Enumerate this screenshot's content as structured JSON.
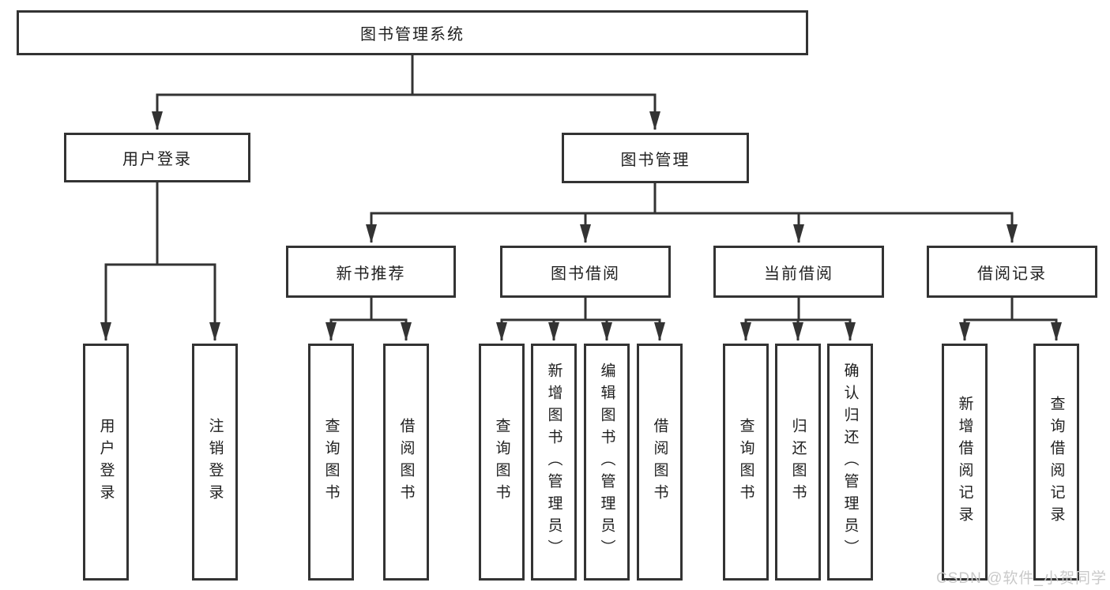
{
  "tree": {
    "root": {
      "label": "图书管理系统"
    },
    "branches": [
      {
        "label": "用户登录",
        "children": [
          {
            "label": "用户登录"
          },
          {
            "label": "注销登录"
          }
        ]
      },
      {
        "label": "图书管理",
        "groups": [
          {
            "label": "新书推荐",
            "children": [
              {
                "label": "查询图书"
              },
              {
                "label": "借阅图书"
              }
            ]
          },
          {
            "label": "图书借阅",
            "children": [
              {
                "label": "查询图书"
              },
              {
                "label": "新增图书（管理员）"
              },
              {
                "label": "编辑图书（管理员）"
              },
              {
                "label": "借阅图书"
              }
            ]
          },
          {
            "label": "当前借阅",
            "children": [
              {
                "label": "查询图书"
              },
              {
                "label": "归还图书"
              },
              {
                "label": "确认归还（管理员）"
              }
            ]
          },
          {
            "label": "借阅记录",
            "children": [
              {
                "label": "新增借阅记录"
              },
              {
                "label": "查询借阅记录"
              }
            ]
          }
        ]
      }
    ]
  },
  "watermark": "CSDN @软件_小贺同学",
  "colors": {
    "line": "#333333",
    "text": "#1f1f1f",
    "watermark": "#c9c9c9",
    "background": "#ffffff"
  }
}
